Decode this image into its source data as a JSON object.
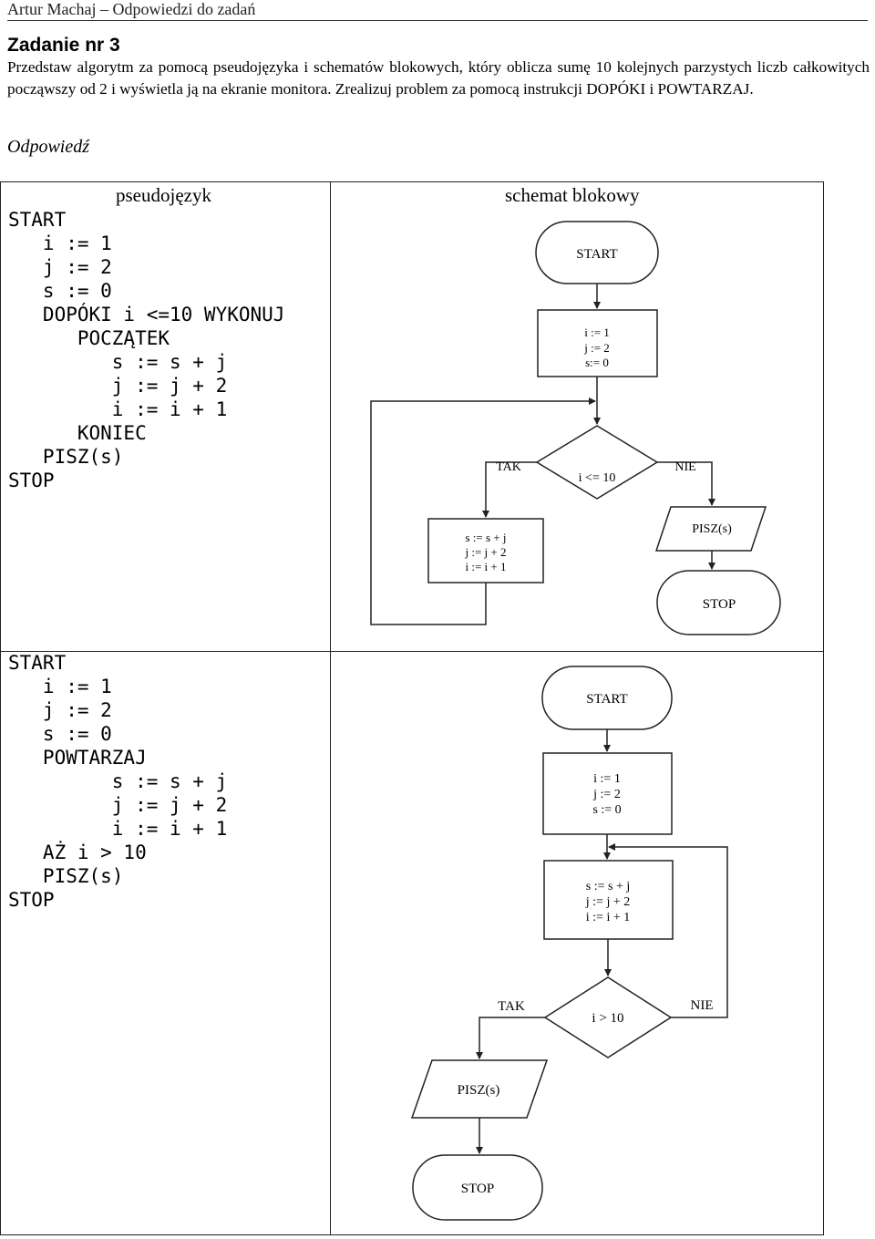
{
  "header": {
    "text": "Artur Machaj – Odpowiedzi do zadań"
  },
  "task": {
    "title": "Zadanie nr 3",
    "text": "Przedstaw algorytm za pomocą pseudojęzyka i schematów blokowych, który oblicza sumę 10 kolejnych parzystych liczb całkowitych począwszy od 2 i wyświetla ją na ekranie monitora. Zrealizuj problem za pomocą instrukcji DOPÓKI i POWTARZAJ."
  },
  "answer_label": "Odpowiedź",
  "table": {
    "col1_header": "pseudojęzyk",
    "col2_header": "schemat blokowy"
  },
  "pseudo_while": [
    "START",
    "   i := 1",
    "   j := 2",
    "   s := 0",
    "   DOPÓKI i <=10 WYKONUJ",
    "      POCZĄTEK",
    "         s := s + j",
    "         j := j + 2",
    "         i := i + 1",
    "      KONIEC",
    "   PISZ(s)",
    "STOP"
  ],
  "pseudo_repeat": [
    "START",
    "   i := 1",
    "   j := 2",
    "   s := 0",
    "   POWTARZAJ",
    "         s := s + j",
    "         j := j + 2",
    "         i := i + 1",
    "   AŻ i > 10",
    "   PISZ(s)",
    "STOP"
  ],
  "flow_while": {
    "start": "START",
    "init": [
      "i := 1",
      "j := 2",
      "s:= 0"
    ],
    "condition": "i <= 10",
    "yes": "TAK",
    "no": "NIE",
    "body": [
      "s := s + j",
      "j := j + 2",
      "i := i + 1"
    ],
    "output": "PISZ(s)",
    "stop": "STOP"
  },
  "flow_repeat": {
    "start": "START",
    "init": [
      "i := 1",
      "j := 2",
      "s := 0"
    ],
    "body": [
      "s := s + j",
      "j := j + 2",
      "i := i + 1"
    ],
    "condition": "i > 10",
    "yes": "TAK",
    "no": "NIE",
    "output": "PISZ(s)",
    "stop": "STOP"
  }
}
